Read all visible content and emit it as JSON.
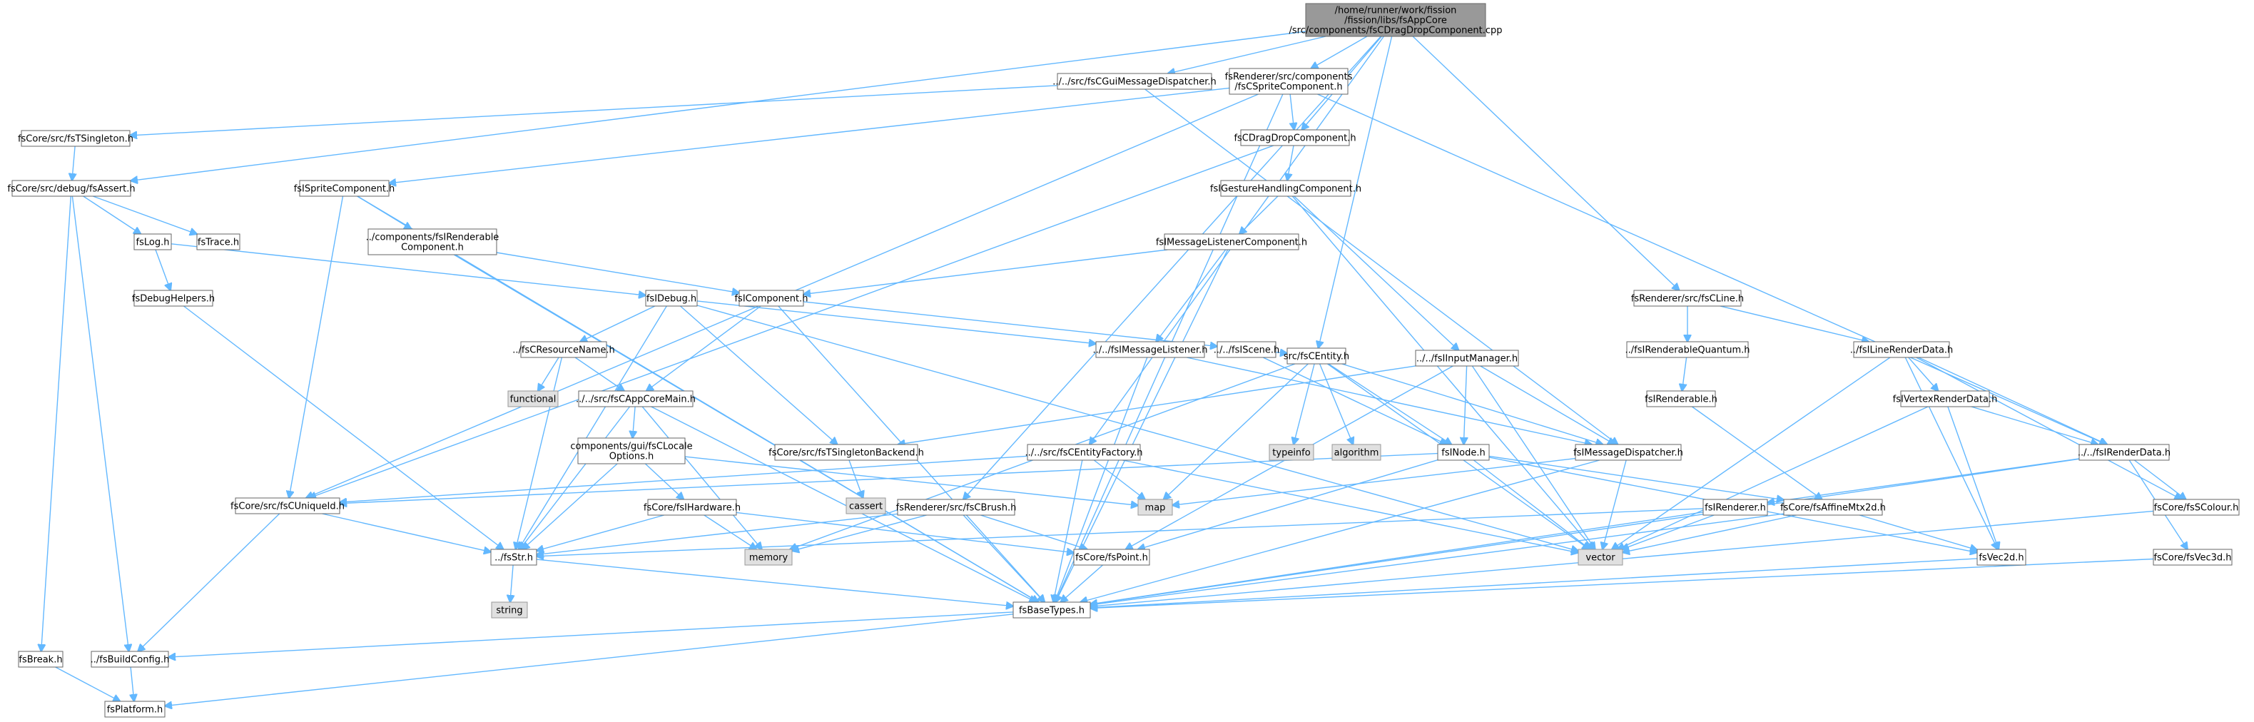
{
  "colors": {
    "edge": "#63b8ff",
    "node_border": "#666666",
    "node_fill": "#ffffff",
    "root_fill": "#999999",
    "system_fill": "#e0e0e0"
  },
  "nodes": [
    {
      "id": "root",
      "kind": "root",
      "lines": [
        "/home/runner/work/fission",
        "/fission/libs/fsAppCore",
        "/src/components/fsCDragDropComponent.cpp"
      ]
    },
    {
      "id": "guimsg",
      "kind": "file",
      "lines": [
        "../../src/fsCGuiMessageDispatcher.h"
      ]
    },
    {
      "id": "sprite",
      "kind": "file",
      "lines": [
        "fsRenderer/src/components",
        "/fsCSpriteComponent.h"
      ]
    },
    {
      "id": "tsingleton",
      "kind": "file",
      "lines": [
        "fsCore/src/fsTSingleton.h"
      ]
    },
    {
      "id": "dragdrop",
      "kind": "file",
      "lines": [
        "fsCDragDropComponent.h"
      ]
    },
    {
      "id": "assert",
      "kind": "file",
      "lines": [
        "fsCore/src/debug/fsAssert.h"
      ]
    },
    {
      "id": "isprite",
      "kind": "file",
      "lines": [
        "fsISpriteComponent.h"
      ]
    },
    {
      "id": "igesture",
      "kind": "file",
      "lines": [
        "fsIGestureHandlingComponent.h"
      ]
    },
    {
      "id": "log",
      "kind": "file",
      "lines": [
        "fsLog.h"
      ]
    },
    {
      "id": "trace",
      "kind": "file",
      "lines": [
        "fsTrace.h"
      ]
    },
    {
      "id": "irenderable",
      "kind": "file",
      "lines": [
        "../components/fsIRenderable",
        "Component.h"
      ]
    },
    {
      "id": "imsglistcomp",
      "kind": "file",
      "lines": [
        "fsIMessageListenerComponent.h"
      ]
    },
    {
      "id": "cline",
      "kind": "file",
      "lines": [
        "fsRenderer/src/fsCLine.h"
      ]
    },
    {
      "id": "debughelpers",
      "kind": "file",
      "lines": [
        "fsDebugHelpers.h"
      ]
    },
    {
      "id": "idebug",
      "kind": "file",
      "lines": [
        "fsIDebug.h"
      ]
    },
    {
      "id": "icomponent",
      "kind": "file",
      "lines": [
        "fsIComponent.h"
      ]
    },
    {
      "id": "imsglistener",
      "kind": "file",
      "lines": [
        "../../fsIMessageListener.h"
      ]
    },
    {
      "id": "iscene",
      "kind": "file",
      "lines": [
        "../../fsIScene.h"
      ]
    },
    {
      "id": "irenderquantum",
      "kind": "file",
      "lines": [
        "../fsIRenderableQuantum.h"
      ]
    },
    {
      "id": "ilinerender",
      "kind": "file",
      "lines": [
        "../fsILineRenderData.h"
      ]
    },
    {
      "id": "cresname",
      "kind": "file",
      "lines": [
        "../fsCResourceName.h"
      ]
    },
    {
      "id": "functional",
      "kind": "system",
      "lines": [
        "functional"
      ]
    },
    {
      "id": "cappcoremain",
      "kind": "file",
      "lines": [
        "../../src/fsCAppCoreMain.h"
      ]
    },
    {
      "id": "centity",
      "kind": "file",
      "lines": [
        "src/fsCEntity.h"
      ]
    },
    {
      "id": "iinput",
      "kind": "file",
      "lines": [
        "../../fsIInputManager.h"
      ]
    },
    {
      "id": "irenderable2",
      "kind": "file",
      "lines": [
        "fsIRenderable.h"
      ]
    },
    {
      "id": "ivertexrender",
      "kind": "file",
      "lines": [
        "fsIVertexRenderData.h"
      ]
    },
    {
      "id": "locale",
      "kind": "file",
      "lines": [
        "components/gui/fsCLocale",
        "Options.h"
      ]
    },
    {
      "id": "typeinfo",
      "kind": "system",
      "lines": [
        "typeinfo"
      ]
    },
    {
      "id": "algorithm",
      "kind": "system",
      "lines": [
        "algorithm"
      ]
    },
    {
      "id": "tsingletonbackend",
      "kind": "file",
      "lines": [
        "fsCore/src/fsTSingletonBackend.h"
      ]
    },
    {
      "id": "centityfactory",
      "kind": "file",
      "lines": [
        "../../src/fsCEntityFactory.h"
      ]
    },
    {
      "id": "inode",
      "kind": "file",
      "lines": [
        "fsINode.h"
      ]
    },
    {
      "id": "imsgdispatcher",
      "kind": "file",
      "lines": [
        "fsIMessageDispatcher.h"
      ]
    },
    {
      "id": "irenderdata",
      "kind": "file",
      "lines": [
        "../../fsIRenderData.h"
      ]
    },
    {
      "id": "cassert",
      "kind": "system",
      "lines": [
        "cassert"
      ]
    },
    {
      "id": "cuniqueid",
      "kind": "file",
      "lines": [
        "fsCore/src/fsCUniqueId.h"
      ]
    },
    {
      "id": "ihardware",
      "kind": "file",
      "lines": [
        "fsCore/fsIHardware.h"
      ]
    },
    {
      "id": "cbrush",
      "kind": "file",
      "lines": [
        "fsRenderer/src/fsCBrush.h"
      ]
    },
    {
      "id": "map",
      "kind": "system",
      "lines": [
        "map"
      ]
    },
    {
      "id": "irenderer",
      "kind": "file",
      "lines": [
        "fsIRenderer.h"
      ]
    },
    {
      "id": "affine",
      "kind": "file",
      "lines": [
        "fsCore/fsAffineMtx2d.h"
      ]
    },
    {
      "id": "scolour",
      "kind": "file",
      "lines": [
        "fsCore/fsSColour.h"
      ]
    },
    {
      "id": "str",
      "kind": "file",
      "lines": [
        "../fsStr.h"
      ]
    },
    {
      "id": "memory",
      "kind": "system",
      "lines": [
        "memory"
      ]
    },
    {
      "id": "vector",
      "kind": "system",
      "lines": [
        "vector"
      ]
    },
    {
      "id": "point",
      "kind": "file",
      "lines": [
        "fsCore/fsPoint.h"
      ]
    },
    {
      "id": "vec2d",
      "kind": "file",
      "lines": [
        "fsVec2d.h"
      ]
    },
    {
      "id": "vec3d",
      "kind": "file",
      "lines": [
        "fsCore/fsVec3d.h"
      ]
    },
    {
      "id": "string",
      "kind": "system",
      "lines": [
        "string"
      ]
    },
    {
      "id": "basetypes",
      "kind": "file",
      "lines": [
        "fsBaseTypes.h"
      ]
    },
    {
      "id": "break",
      "kind": "file",
      "lines": [
        "fsBreak.h"
      ]
    },
    {
      "id": "buildconfig",
      "kind": "file",
      "lines": [
        "../fsBuildConfig.h"
      ]
    },
    {
      "id": "platform",
      "kind": "file",
      "lines": [
        "fsPlatform.h"
      ]
    }
  ],
  "edges": [
    [
      "root",
      "guimsg"
    ],
    [
      "root",
      "sprite"
    ],
    [
      "root",
      "dragdrop"
    ],
    [
      "root",
      "assert"
    ],
    [
      "root",
      "centity"
    ],
    [
      "root",
      "centityfactory"
    ],
    [
      "root",
      "cbrush"
    ],
    [
      "root",
      "cline"
    ],
    [
      "guimsg",
      "tsingleton"
    ],
    [
      "guimsg",
      "imsgdispatcher"
    ],
    [
      "sprite",
      "dragdrop"
    ],
    [
      "sprite",
      "isprite"
    ],
    [
      "sprite",
      "cuniqueid"
    ],
    [
      "sprite",
      "irenderdata"
    ],
    [
      "sprite",
      "basetypes"
    ],
    [
      "tsingleton",
      "assert"
    ],
    [
      "dragdrop",
      "igesture"
    ],
    [
      "dragdrop",
      "cuniqueid"
    ],
    [
      "assert",
      "log"
    ],
    [
      "assert",
      "trace"
    ],
    [
      "assert",
      "break"
    ],
    [
      "assert",
      "buildconfig"
    ],
    [
      "isprite",
      "irenderable"
    ],
    [
      "isprite",
      "cuniqueid"
    ],
    [
      "isprite",
      "basetypes"
    ],
    [
      "igesture",
      "imsglistcomp"
    ],
    [
      "igesture",
      "iinput"
    ],
    [
      "igesture",
      "vector"
    ],
    [
      "log",
      "debughelpers"
    ],
    [
      "log",
      "idebug"
    ],
    [
      "irenderable",
      "icomponent"
    ],
    [
      "irenderable",
      "basetypes"
    ],
    [
      "imsglistcomp",
      "icomponent"
    ],
    [
      "imsglistcomp",
      "imsglistener"
    ],
    [
      "imsglistcomp",
      "basetypes"
    ],
    [
      "cline",
      "irenderquantum"
    ],
    [
      "cline",
      "ilinerender"
    ],
    [
      "debughelpers",
      "str"
    ],
    [
      "idebug",
      "cresname"
    ],
    [
      "idebug",
      "imsglistener"
    ],
    [
      "idebug",
      "tsingletonbackend"
    ],
    [
      "idebug",
      "str"
    ],
    [
      "idebug",
      "vector"
    ],
    [
      "icomponent",
      "cappcoremain"
    ],
    [
      "icomponent",
      "iscene"
    ],
    [
      "icomponent",
      "basetypes"
    ],
    [
      "imsglistener",
      "imsgdispatcher"
    ],
    [
      "imsglistener",
      "basetypes"
    ],
    [
      "iscene",
      "centity"
    ],
    [
      "iscene",
      "inode"
    ],
    [
      "irenderquantum",
      "irenderable2"
    ],
    [
      "ilinerender",
      "ivertexrender"
    ],
    [
      "ilinerender",
      "irenderdata"
    ],
    [
      "ilinerender",
      "scolour"
    ],
    [
      "ilinerender",
      "vec2d"
    ],
    [
      "ilinerender",
      "vector"
    ],
    [
      "cresname",
      "functional"
    ],
    [
      "cresname",
      "cappcoremain"
    ],
    [
      "cresname",
      "str"
    ],
    [
      "cappcoremain",
      "locale"
    ],
    [
      "cappcoremain",
      "str"
    ],
    [
      "cappcoremain",
      "memory"
    ],
    [
      "cappcoremain",
      "basetypes"
    ],
    [
      "centity",
      "typeinfo"
    ],
    [
      "centity",
      "algorithm"
    ],
    [
      "centity",
      "inode"
    ],
    [
      "centity",
      "imsgdispatcher"
    ],
    [
      "centity",
      "map"
    ],
    [
      "centity",
      "memory"
    ],
    [
      "centity",
      "vector"
    ],
    [
      "iinput",
      "tsingletonbackend"
    ],
    [
      "iinput",
      "inode"
    ],
    [
      "iinput",
      "imsgdispatcher"
    ],
    [
      "iinput",
      "point"
    ],
    [
      "iinput",
      "vector"
    ],
    [
      "irenderable2",
      "affine"
    ],
    [
      "ivertexrender",
      "irenderdata"
    ],
    [
      "ivertexrender",
      "vec2d"
    ],
    [
      "ivertexrender",
      "vector"
    ],
    [
      "locale",
      "ihardware"
    ],
    [
      "locale",
      "map"
    ],
    [
      "locale",
      "str"
    ],
    [
      "tsingletonbackend",
      "cassert"
    ],
    [
      "centityfactory",
      "cuniqueid"
    ],
    [
      "centityfactory",
      "map"
    ],
    [
      "centityfactory",
      "basetypes"
    ],
    [
      "centityfactory",
      "vector"
    ],
    [
      "inode",
      "cuniqueid"
    ],
    [
      "inode",
      "point"
    ],
    [
      "inode",
      "affine"
    ],
    [
      "inode",
      "vec2d"
    ],
    [
      "inode",
      "vector"
    ],
    [
      "imsgdispatcher",
      "map"
    ],
    [
      "imsgdispatcher",
      "vector"
    ],
    [
      "imsgdispatcher",
      "basetypes"
    ],
    [
      "irenderdata",
      "irenderer"
    ],
    [
      "irenderdata",
      "scolour"
    ],
    [
      "irenderdata",
      "vec3d"
    ],
    [
      "irenderdata",
      "basetypes"
    ],
    [
      "cuniqueid",
      "str"
    ],
    [
      "cuniqueid",
      "buildconfig"
    ],
    [
      "ihardware",
      "str"
    ],
    [
      "ihardware",
      "memory"
    ],
    [
      "ihardware",
      "point"
    ],
    [
      "cbrush",
      "str"
    ],
    [
      "cbrush",
      "memory"
    ],
    [
      "cbrush",
      "point"
    ],
    [
      "cbrush",
      "basetypes"
    ],
    [
      "irenderer",
      "vector"
    ],
    [
      "irenderer",
      "str"
    ],
    [
      "irenderer",
      "basetypes"
    ],
    [
      "affine",
      "vec2d"
    ],
    [
      "affine",
      "vector"
    ],
    [
      "affine",
      "basetypes"
    ],
    [
      "scolour",
      "basetypes"
    ],
    [
      "str",
      "string"
    ],
    [
      "str",
      "basetypes"
    ],
    [
      "point",
      "basetypes"
    ],
    [
      "vec2d",
      "basetypes"
    ],
    [
      "vec3d",
      "basetypes"
    ],
    [
      "basetypes",
      "buildconfig"
    ],
    [
      "basetypes",
      "platform"
    ],
    [
      "break",
      "platform"
    ],
    [
      "buildconfig",
      "platform"
    ]
  ]
}
